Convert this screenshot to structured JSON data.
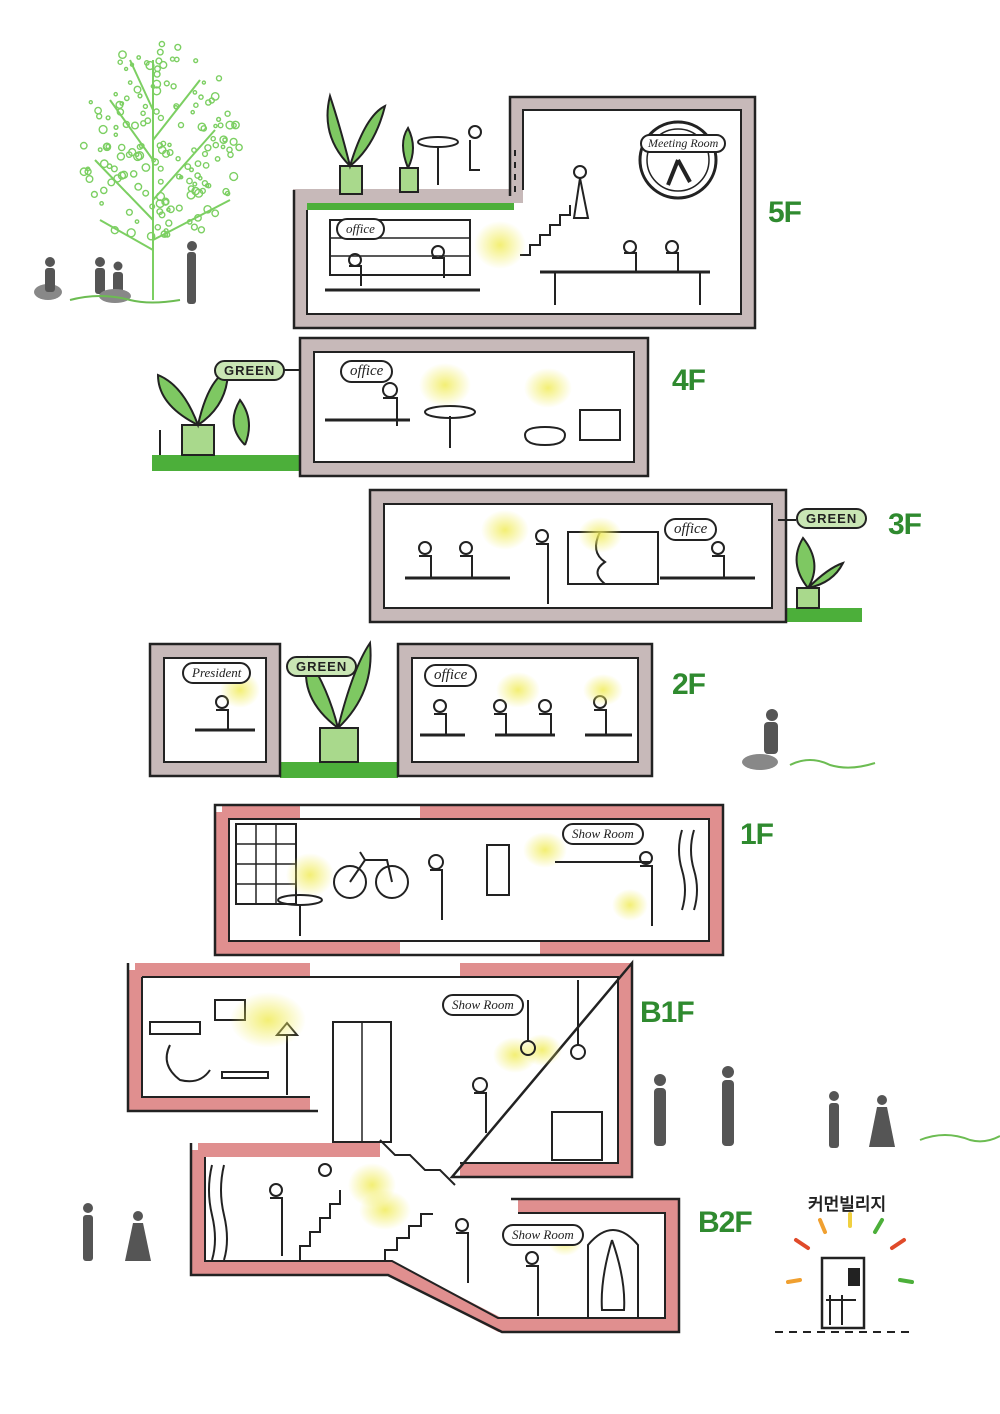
{
  "floors": {
    "f5": "5F",
    "f4": "4F",
    "f3": "3F",
    "f2": "2F",
    "f1": "1F",
    "b1": "B1F",
    "b2": "B2F"
  },
  "labels": {
    "meeting_room": "Meeting Room",
    "office_5f": "office",
    "office_4f": "office",
    "office_3f": "office",
    "office_2f": "office",
    "president": "President",
    "green_4f": "GREEN",
    "green_3f": "GREEN",
    "green_2f": "GREEN",
    "showroom_1f": "Show Room",
    "showroom_b1": "Show Room",
    "showroom_b2": "Show Room"
  },
  "logo": {
    "text": "커먼빌리지"
  },
  "colors": {
    "upper_wall": "#c7b9b9",
    "lower_wall": "#e08f8f",
    "green_floor": "#4caf3a",
    "lamp_glow": "#f3ee7a",
    "tree": "#7ccf62",
    "floor_label": "#2f8a2f"
  }
}
